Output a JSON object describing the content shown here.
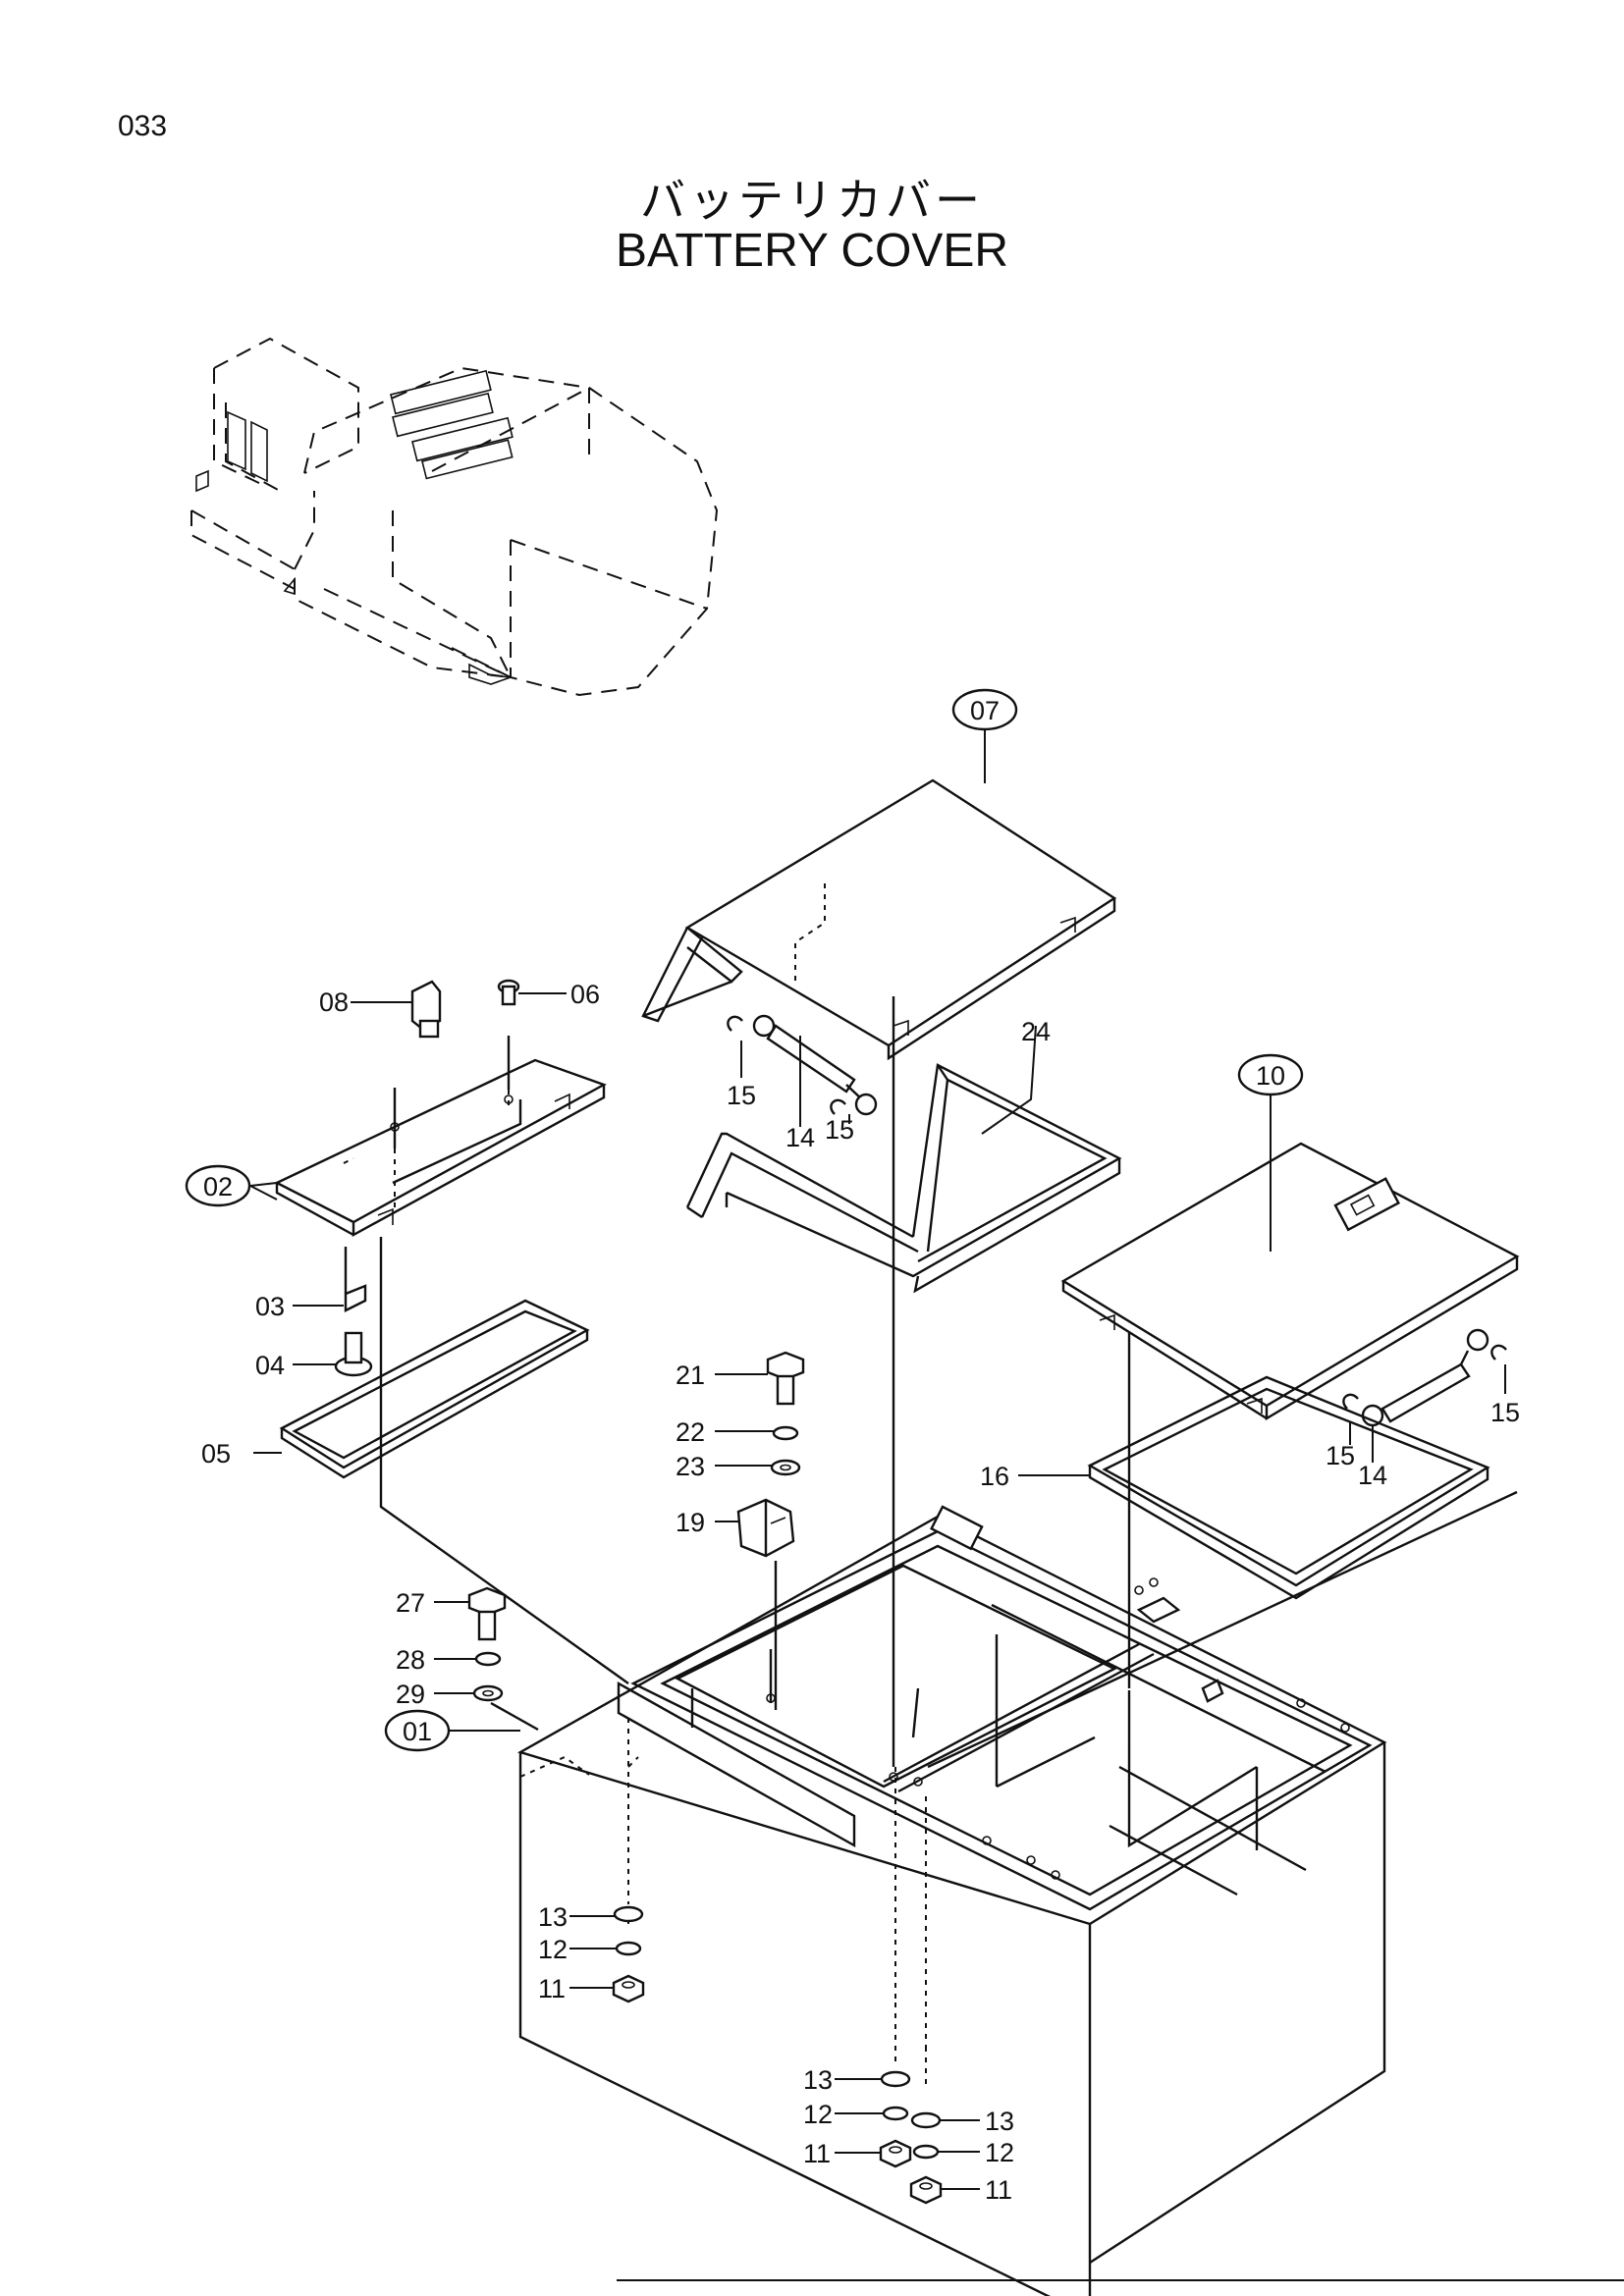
{
  "page_number": "033",
  "title_jp": "バッテリカバー",
  "title_en": "BATTERY COVER",
  "callouts": {
    "c07": "07",
    "c02": "02",
    "c10": "10",
    "c01": "01",
    "l08": "08",
    "l06": "06",
    "l15a": "15",
    "l14a": "14",
    "l15b": "15",
    "l24": "24",
    "l03": "03",
    "l04": "04",
    "l05": "05",
    "l21": "21",
    "l22": "22",
    "l23": "23",
    "l19": "19",
    "l16": "16",
    "l15c": "15",
    "l15d": "15",
    "l14b": "14",
    "l27": "27",
    "l28": "28",
    "l29": "29",
    "l13a": "13",
    "l12a": "12",
    "l11a": "11",
    "l13b": "13",
    "l12b": "12",
    "l11b": "11",
    "l13c": "13",
    "l12c": "12",
    "l11c": "11"
  }
}
